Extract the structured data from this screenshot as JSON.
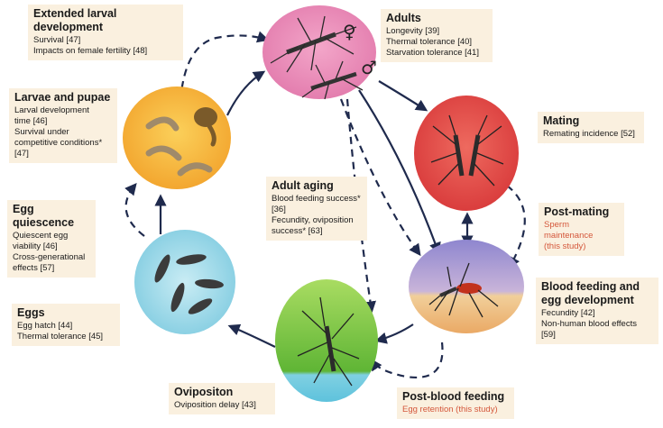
{
  "stages": {
    "extended_larval": {
      "title": "Extended larval development",
      "lines": [
        "Survival [47]",
        "Impacts on female fertility [48]"
      ]
    },
    "adults": {
      "title": "Adults",
      "lines": [
        "Longevity [39]",
        "Thermal tolerance [40]",
        "Starvation tolerance [41]"
      ]
    },
    "larvae_pupae": {
      "title": "Larvae and pupae",
      "lines": [
        "Larval development\ntime [46]",
        "Survival under\ncompetitive conditions*\n[47]"
      ]
    },
    "mating": {
      "title": "Mating",
      "lines": [
        "Remating incidence [52]"
      ]
    },
    "adult_aging": {
      "title": "Adult aging",
      "lines": [
        "Blood feeding success*\n[36]",
        "Fecundity, oviposition\nsuccess* [63]"
      ]
    },
    "egg_quiescence": {
      "title": "Egg quiescence",
      "lines": [
        "Quiescent egg\nviability [46]",
        "Cross-generational\neffects [57]"
      ]
    },
    "post_mating": {
      "title": "Post-mating",
      "lines": [
        "Sperm maintenance\n(this study)"
      ]
    },
    "blood_feeding": {
      "title": "Blood feeding and\negg development",
      "lines": [
        "Fecundity [42]",
        "Non-human blood effects [59]"
      ]
    },
    "eggs": {
      "title": "Eggs",
      "lines": [
        "Egg hatch [44]",
        "Thermal tolerance [45]"
      ]
    },
    "oviposition": {
      "title": "Ovipositon",
      "lines": [
        "Oviposition delay [43]"
      ]
    },
    "post_blood": {
      "title": "Post-blood feeding",
      "lines": [
        "Egg retention (this study)"
      ]
    }
  },
  "symbols": {
    "female": "♀",
    "male": "♂"
  },
  "colors": {
    "adults": "#e889b5",
    "mating": "#e24a46",
    "blood_top": "#8e86cf",
    "blood_bottom": "#f5c88a",
    "oviposition": "#6cbf3d",
    "eggs": "#8cd3e3",
    "larvae": "#f5b53b",
    "box_bg": "#faf0df",
    "arrow": "#1f2a4d",
    "highlight_text": "#d4573b"
  }
}
